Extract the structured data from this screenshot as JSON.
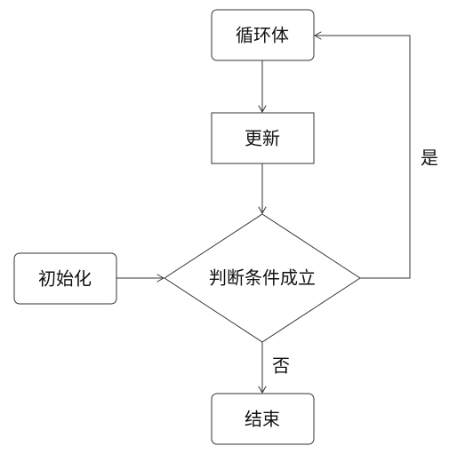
{
  "diagram": {
    "nodes": {
      "loop_body": {
        "label": "循环体",
        "shape": "rounded-rect"
      },
      "update": {
        "label": "更新",
        "shape": "rect"
      },
      "condition": {
        "label": "判断条件成立",
        "shape": "diamond"
      },
      "init": {
        "label": "初始化",
        "shape": "rounded-rect"
      },
      "end": {
        "label": "结束",
        "shape": "rounded-rect"
      }
    },
    "edges": {
      "yes_label": "是",
      "no_label": "否"
    },
    "colors": {
      "stroke": "#333333",
      "background": "#ffffff",
      "text": "#111111"
    }
  }
}
